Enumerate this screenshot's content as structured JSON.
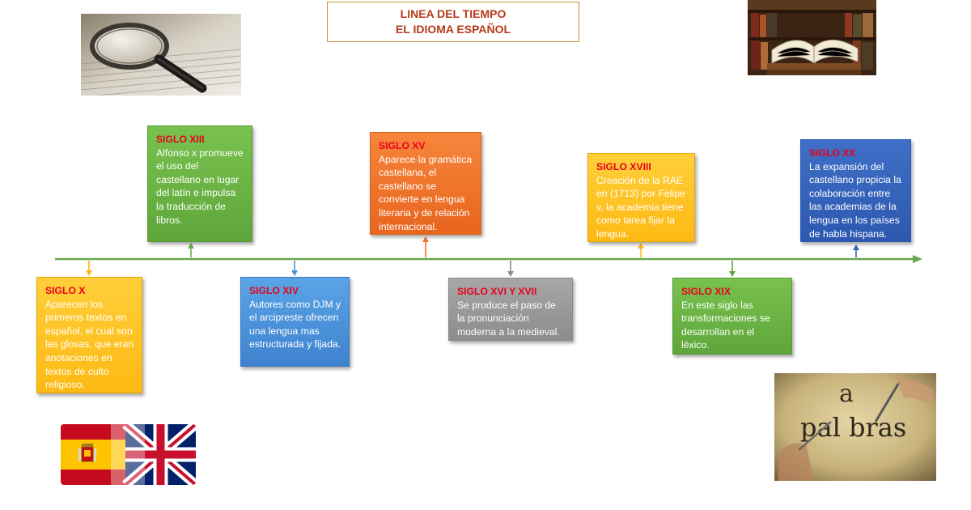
{
  "title": {
    "line1": "LINEA DEL TIEMPO",
    "line2": "EL IDIOMA ESPAÑOL"
  },
  "colors": {
    "axis": "#6aa84f",
    "yellow": "#fdb913",
    "green": "#6ab04c",
    "blue": "#4a90d9",
    "orange": "#ef7030",
    "gray": "#9b9b9b",
    "navy": "#3565bd",
    "heading_red": "#e8001c"
  },
  "events": [
    {
      "name": "SIGLO X",
      "text": "Aparecen los primeros textos en español, el cual son las glosas, que eran anotaciones en textos de culto religioso."
    },
    {
      "name": "SIGLO XIII",
      "text": "Alfonso x promueve  el uso del castellano en lugar del latín e impulsa la traducción de libros."
    },
    {
      "name": "SIGLO XIV",
      "text": "Autores como DJM y el arcipreste ofrecen una lengua mas estructurada y fijada."
    },
    {
      "name": "SIGLO XV",
      "text": "Aparece la gramática castellana, el castellano se convierte en lengua literaria y de relación internacional."
    },
    {
      "name": "SIGLO XVI Y XVII",
      "text": "Se produce el paso de la pronunciación moderna a la medieval."
    },
    {
      "name": "SIGLO XVIII",
      "text": "Creación de la RAE en (1713)  por Felipe v, la academia tiene como tarea fijar la lengua."
    },
    {
      "name": "SIGLO XIX",
      "text": "En este siglo las transformaciones se desarrollan en el léxico."
    },
    {
      "name": "SIGLO XX",
      "text": "La expansión del castellano propicia la colaboración entre las academias de la lengua en los países de habla hispana."
    }
  ],
  "images": [
    {
      "icon": "magnifying-glass-on-book"
    },
    {
      "icon": "stack-of-books"
    },
    {
      "icon": "spain-uk-flags"
    },
    {
      "icon": "palabras-poster"
    }
  ],
  "poster_text": {
    "letter": "a",
    "word": "pal bras"
  }
}
